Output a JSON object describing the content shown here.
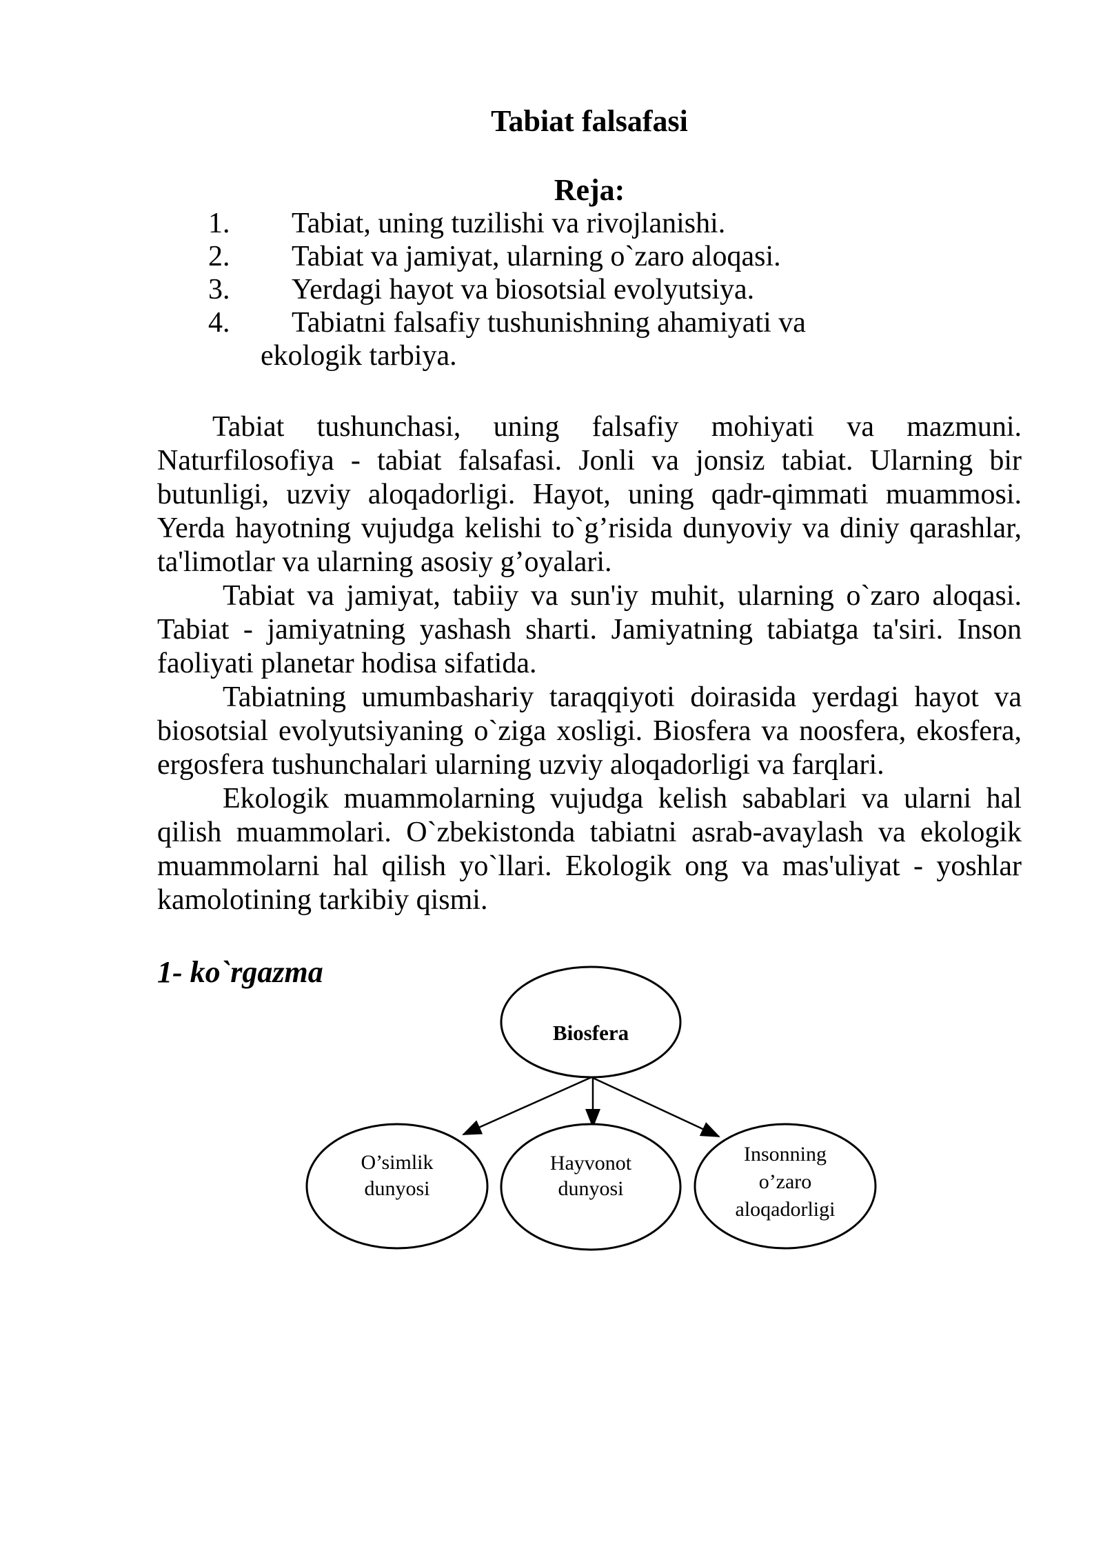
{
  "page": {
    "title": "Tabiat falsafasi",
    "plan_heading": "Reja:"
  },
  "plan": {
    "items": [
      {
        "num": "1.",
        "text": "Tabiat, uning tuzilishi va rivojlanishi."
      },
      {
        "num": "2.",
        "text": "Tabiat va jamiyat, ularning o`zaro aloqasi."
      },
      {
        "num": "3.",
        "text": "Yerdagi hayot va biosotsial evolyutsiya."
      },
      {
        "num": "4.",
        "text": "Tabiatni falsafiy tushunishning ahamiyati va",
        "text2": "ekologik tarbiya."
      }
    ]
  },
  "paragraphs": [
    {
      "text": "Tabiat tushunchasi, uning falsafiy mohiyati va mazmuni. Naturfilosofiya - tabiat falsafasi. Jonli va jonsiz tabiat. Ularning bir butunligi, uzviy aloqadorligi. Hayot, uning qadr-qimmati muammosi. Yerda hayotning vujudga kelishi to`g’risida dunyoviy va diniy qarashlar, ta'limotlar va ularning asosiy g’oyalari."
    },
    {
      "text": "Tabiat va jamiyat, tabiiy va sun'iy muhit, ularning o`zaro aloqasi. Tabiat - jamiyatning yashash sharti. Jamiyatning tabiatga ta'siri. Inson faoliyati planetar hodisa sifatida."
    },
    {
      "text": "Tabiatning umumbashariy taraqqiyoti doirasida yerdagi hayot va biosotsial evolyutsiyaning o`ziga xosligi. Biosfera va noosfera, ekosfera, ergosfera tushunchalari ularning uzviy aloqadorligi va farqlari."
    },
    {
      "text": "Ekologik muammolarning vujudga kelish sabablari va ularni hal qilish muammolari. O`zbekistonda tabiatni asrab-avaylash va ekologik muammolarni hal qilish yo`llari. Ekologik ong va mas'uliyat - yoshlar kamolotining tarkibiy qismi."
    }
  ],
  "figure": {
    "caption": "1- ko`rgazma",
    "nodes": {
      "biosfera": {
        "label": "Biosfera"
      },
      "plant": {
        "lines": [
          "O’simlik",
          "dunyosi"
        ]
      },
      "animal": {
        "lines": [
          "Hayvonot",
          "dunyosi"
        ]
      },
      "human": {
        "lines": [
          "Insonning",
          "o’zaro",
          "aloqadorligi"
        ]
      }
    },
    "colors": {
      "ink": "#000000",
      "paper": "#ffffff"
    }
  }
}
